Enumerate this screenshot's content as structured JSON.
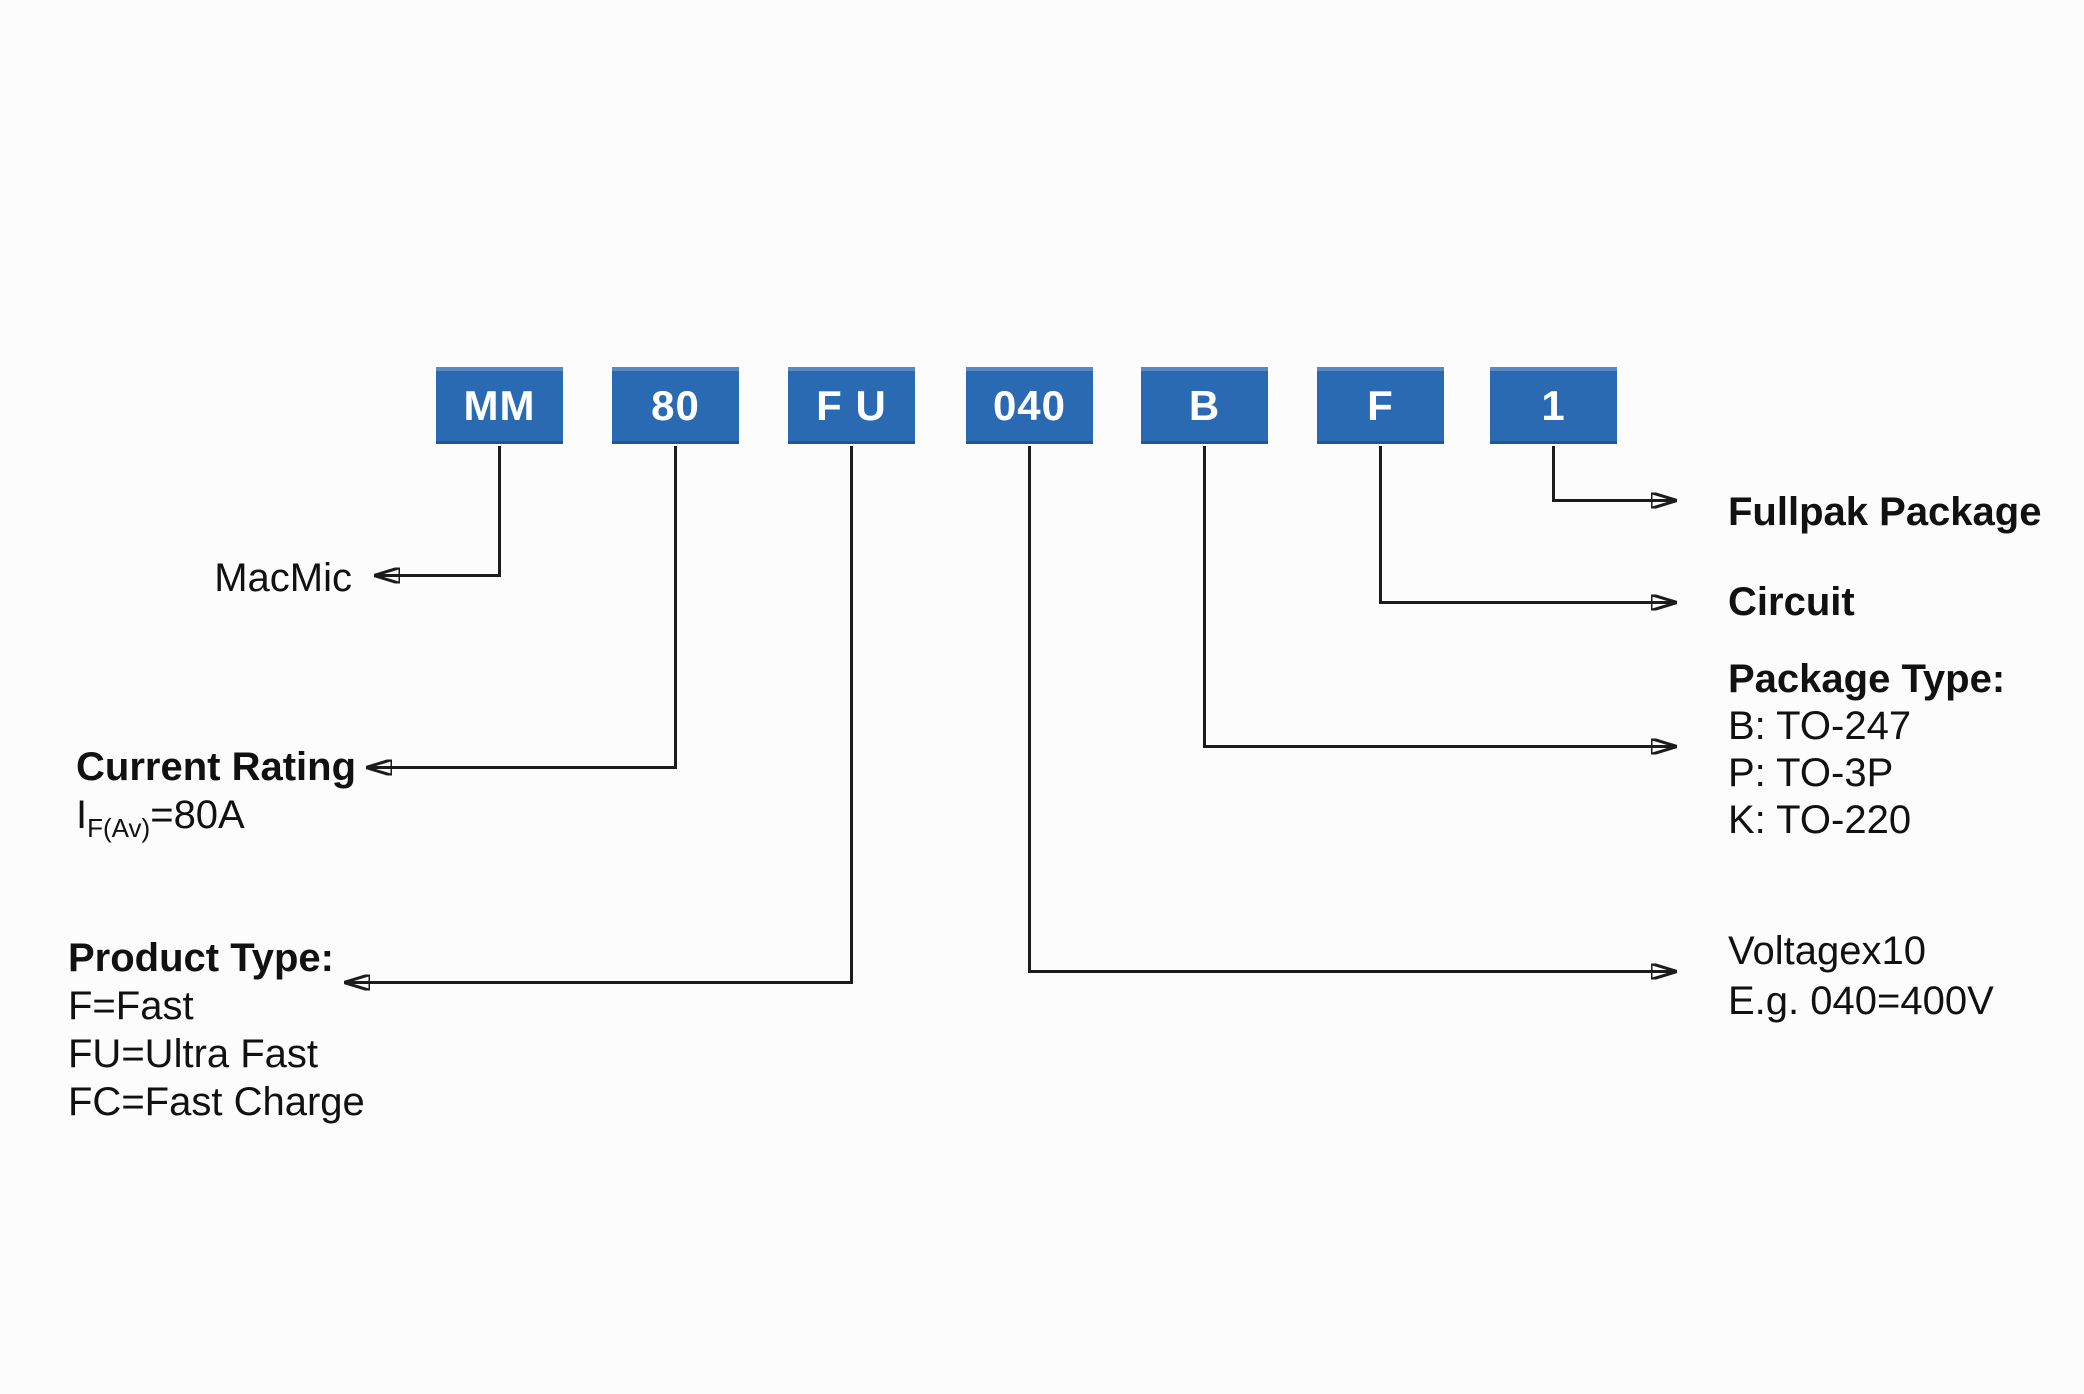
{
  "colors": {
    "box_fill": "#2a6ab2",
    "box_text": "#ffffff",
    "line": "#1c1c1c",
    "text": "#111111",
    "background": "#fcfcfc"
  },
  "part_number": {
    "segments": [
      {
        "code": "MM"
      },
      {
        "code": "80"
      },
      {
        "code": "F U"
      },
      {
        "code": "040"
      },
      {
        "code": "B"
      },
      {
        "code": "F"
      },
      {
        "code": "1"
      }
    ]
  },
  "labels": {
    "manufacturer": "MacMic",
    "current_rating": {
      "title": "Current Rating",
      "symbol": "I",
      "subscript": "F(Av)",
      "value": "=80A"
    },
    "product_type": {
      "title": "Product Type:",
      "options": [
        "F=Fast",
        "FU=Ultra Fast",
        "FC=Fast Charge"
      ]
    },
    "fullpak": "Fullpak Package",
    "circuit": "Circuit",
    "package_type": {
      "title": "Package Type:",
      "options": [
        "B: TO-247",
        "P: TO-3P",
        "K: TO-220"
      ]
    },
    "voltage": {
      "line1": "Voltagex10",
      "line2": "E.g. 040=400V"
    }
  }
}
